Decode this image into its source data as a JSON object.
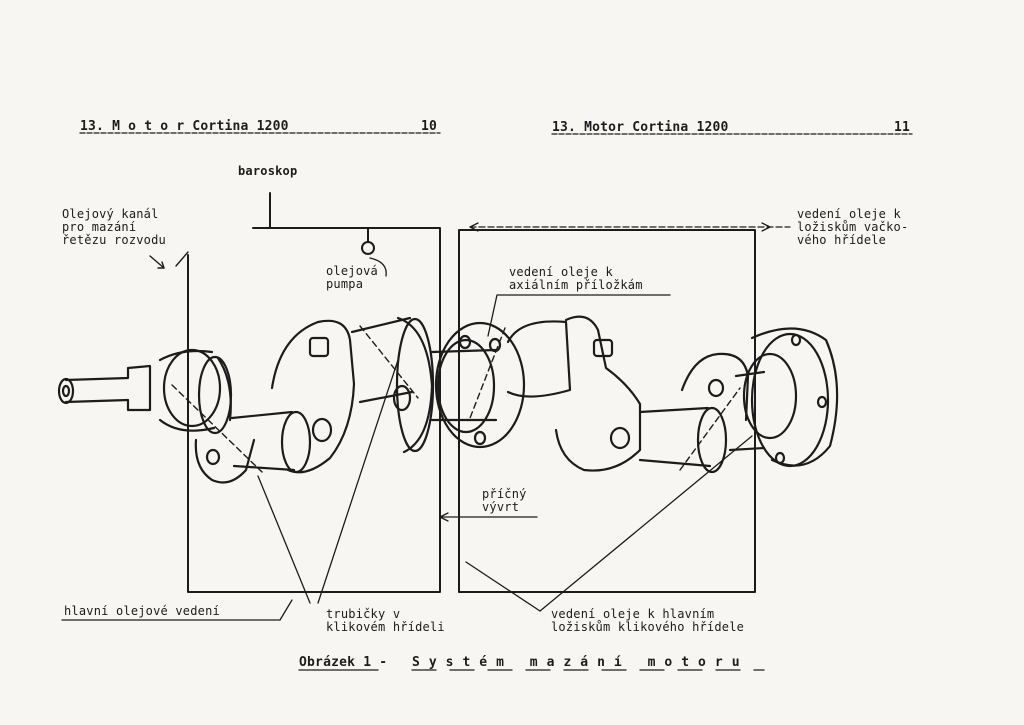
{
  "header": {
    "left_title": "13. M o t o r Cortina 1200",
    "left_page": "10",
    "right_title": "13. Motor Cortina 1200",
    "right_page": "11"
  },
  "labels": {
    "baroskop": "baroskop",
    "olejovy_kanal": [
      "Olejový kanál",
      "pro mazání",
      "řetězu rozvodu"
    ],
    "olejova_pumpa": [
      "olejová",
      "pumpa"
    ],
    "vedeni_axialni": [
      "vedení oleje k",
      "axiálním příložkám"
    ],
    "vedeni_vackove": [
      "vedení oleje k",
      "ložiskům vačko-",
      "vého hřídele"
    ],
    "pricny_vyvrt": [
      "příčný",
      "vývrt"
    ],
    "hlavni_vedeni": "hlavní olejové vedení",
    "trubicky": [
      "trubičky v",
      "klikovém hřídeli"
    ],
    "vedeni_hlavnim": [
      "vedení oleje k hlavním",
      "ložiskům klikového hřídele"
    ]
  },
  "caption": {
    "prefix": "Obrázek 1 -",
    "title": "Systém mazání motoru"
  }
}
